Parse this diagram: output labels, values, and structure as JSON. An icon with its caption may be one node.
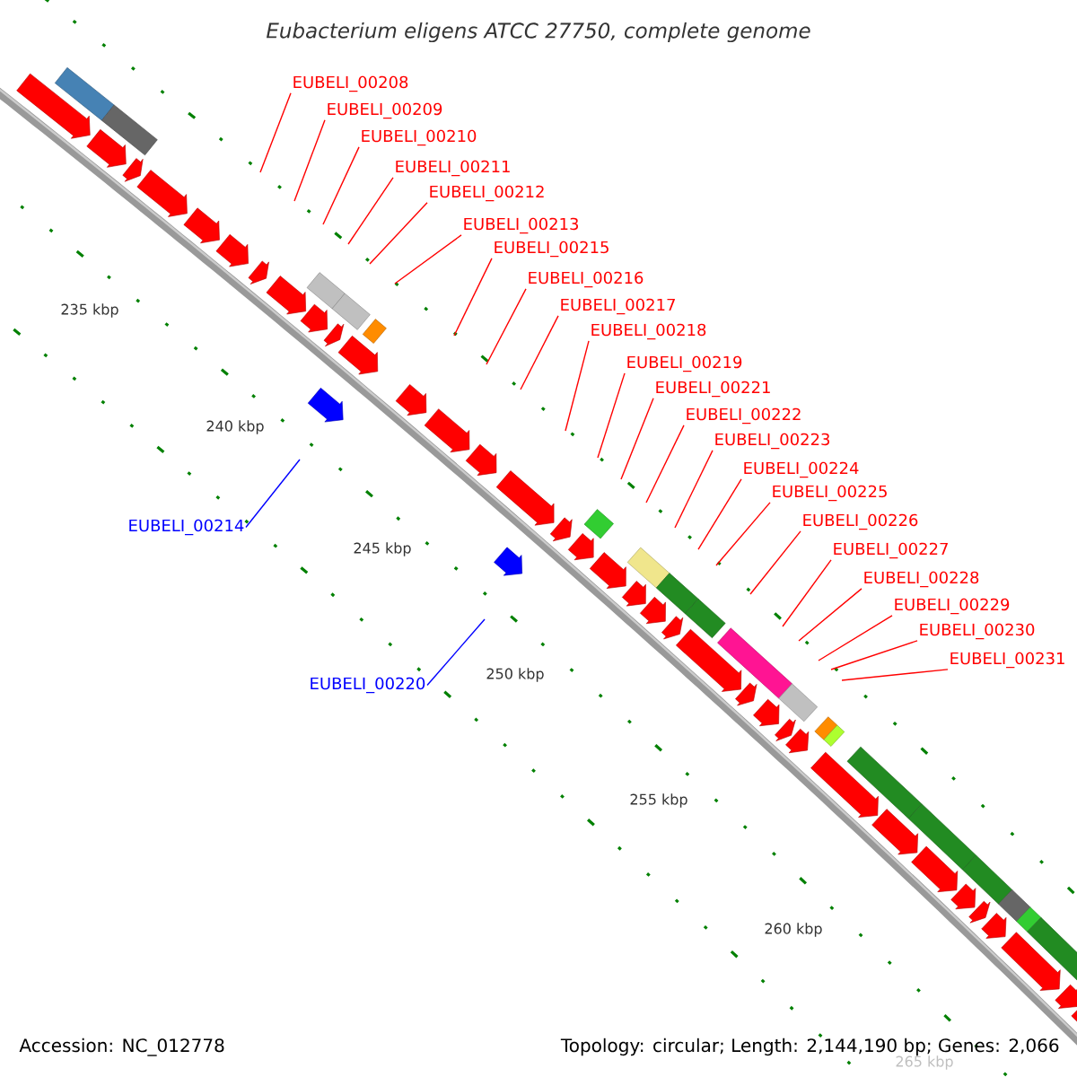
{
  "diagram": {
    "title": "Eubacterium eligens ATCC 27750, complete genome",
    "nodes": [
      {
        "text": [
          "EUBELI_00208"
        ]
      },
      {
        "text": [
          "EUBELI_00209"
        ]
      },
      {
        "text": [
          "EUBELI_00210"
        ]
      },
      {
        "text": [
          "EUBELI_00211"
        ]
      },
      {
        "text": [
          "EUBELI_00212"
        ]
      },
      {
        "text": [
          "EUBELI_00213"
        ]
      },
      {
        "text": [
          "EUBELI_00215"
        ]
      },
      {
        "text": [
          "EUBELI_00216"
        ]
      },
      {
        "text": [
          "EUBELI_00217"
        ]
      },
      {
        "text": [
          "EUBELI_00218"
        ]
      },
      {
        "text": [
          "EUBELI_00219"
        ]
      },
      {
        "text": [
          "EUBELI_00221"
        ]
      },
      {
        "text": [
          "EUBELI_00222"
        ]
      },
      {
        "text": [
          "EUBELI_00223"
        ]
      },
      {
        "text": [
          "EUBELI_00224"
        ]
      },
      {
        "text": [
          "EUBELI_00225"
        ]
      },
      {
        "text": [
          "EUBELI_00226"
        ]
      },
      {
        "text": [
          "EUBELI_00214"
        ]
      },
      {
        "text": [
          "EUBELI_00227"
        ]
      },
      {
        "text": [
          "EUBELI_00228"
        ]
      },
      {
        "text": [
          "EUBELI_00229"
        ]
      },
      {
        "text": [
          "EUBELI_00230"
        ]
      },
      {
        "text": [
          "EUBELI_00231"
        ]
      },
      {
        "text": [
          "EUBELI_00220"
        ]
      }
    ],
    "edges": [
      {
        "from": 0,
        "to": null,
        "arrow": "none"
      },
      {
        "from": 1,
        "to": null,
        "arrow": "none"
      },
      {
        "from": 2,
        "to": null,
        "arrow": "none"
      },
      {
        "from": 3,
        "to": null,
        "arrow": "none"
      },
      {
        "from": 4,
        "to": null,
        "arrow": "none"
      },
      {
        "from": 5,
        "to": null,
        "arrow": "none"
      },
      {
        "from": 6,
        "to": null,
        "arrow": "none"
      },
      {
        "from": 7,
        "to": null,
        "arrow": "none"
      },
      {
        "from": 8,
        "to": null,
        "arrow": "none"
      },
      {
        "from": 9,
        "to": null,
        "arrow": "none"
      },
      {
        "from": 10,
        "to": null,
        "arrow": "none"
      },
      {
        "from": 11,
        "to": null,
        "arrow": "none"
      },
      {
        "from": 12,
        "to": null,
        "arrow": "none"
      },
      {
        "from": 13,
        "to": null,
        "arrow": "none"
      },
      {
        "from": 14,
        "to": null,
        "arrow": "none"
      },
      {
        "from": 15,
        "to": null,
        "arrow": "none"
      },
      {
        "from": 16,
        "to": null,
        "arrow": "none"
      },
      {
        "from": 17,
        "to": null,
        "arrow": "none",
        "color": "#0000ff"
      },
      {
        "from": 18,
        "to": null,
        "arrow": "none"
      },
      {
        "from": 19,
        "to": null,
        "arrow": "none"
      },
      {
        "from": 20,
        "to": null,
        "arrow": "none"
      },
      {
        "from": 21,
        "to": null,
        "arrow": "none"
      },
      {
        "from": 22,
        "to": null,
        "arrow": "none"
      },
      {
        "from": 23,
        "to": null,
        "arrow": "none",
        "color": "#0000ff"
      }
    ],
    "labels": [
      "235 kbp",
      "240 kbp",
      "245 kbp",
      "250 kbp",
      "255 kbp",
      "260 kbp",
      "265 kbp",
      "Accession: NC_012778",
      "Topology: circular; Length: 2,144,190 bp; Genes: 2,066"
    ]
  }
}
